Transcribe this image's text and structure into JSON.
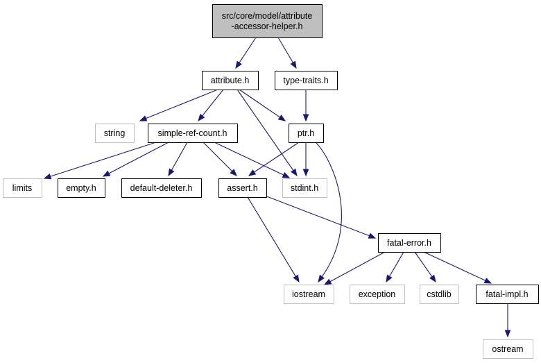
{
  "graph": {
    "nodes": [
      {
        "id": "root",
        "lines": [
          "src/core/model/attribute",
          "-accessor-helper.h"
        ],
        "kind": "root"
      },
      {
        "id": "attribute",
        "lines": [
          "attribute.h"
        ],
        "kind": "local"
      },
      {
        "id": "type-traits",
        "lines": [
          "type-traits.h"
        ],
        "kind": "local"
      },
      {
        "id": "string",
        "lines": [
          "string"
        ],
        "kind": "system"
      },
      {
        "id": "simple-ref-count",
        "lines": [
          "simple-ref-count.h"
        ],
        "kind": "local"
      },
      {
        "id": "ptr",
        "lines": [
          "ptr.h"
        ],
        "kind": "local"
      },
      {
        "id": "limits",
        "lines": [
          "limits"
        ],
        "kind": "system"
      },
      {
        "id": "empty",
        "lines": [
          "empty.h"
        ],
        "kind": "local"
      },
      {
        "id": "default-deleter",
        "lines": [
          "default-deleter.h"
        ],
        "kind": "local"
      },
      {
        "id": "assert",
        "lines": [
          "assert.h"
        ],
        "kind": "local"
      },
      {
        "id": "stdint",
        "lines": [
          "stdint.h"
        ],
        "kind": "system"
      },
      {
        "id": "fatal-error",
        "lines": [
          "fatal-error.h"
        ],
        "kind": "local"
      },
      {
        "id": "iostream",
        "lines": [
          "iostream"
        ],
        "kind": "system"
      },
      {
        "id": "exception",
        "lines": [
          "exception"
        ],
        "kind": "system"
      },
      {
        "id": "cstdlib",
        "lines": [
          "cstdlib"
        ],
        "kind": "system"
      },
      {
        "id": "fatal-impl",
        "lines": [
          "fatal-impl.h"
        ],
        "kind": "local"
      },
      {
        "id": "ostream",
        "lines": [
          "ostream"
        ],
        "kind": "system"
      }
    ],
    "edges": [
      {
        "from": "root",
        "to": "attribute"
      },
      {
        "from": "root",
        "to": "type-traits"
      },
      {
        "from": "attribute",
        "to": "string"
      },
      {
        "from": "attribute",
        "to": "simple-ref-count"
      },
      {
        "from": "attribute",
        "to": "ptr"
      },
      {
        "from": "attribute",
        "to": "stdint"
      },
      {
        "from": "type-traits",
        "to": "ptr"
      },
      {
        "from": "simple-ref-count",
        "to": "limits"
      },
      {
        "from": "simple-ref-count",
        "to": "empty"
      },
      {
        "from": "simple-ref-count",
        "to": "default-deleter"
      },
      {
        "from": "simple-ref-count",
        "to": "assert"
      },
      {
        "from": "simple-ref-count",
        "to": "stdint"
      },
      {
        "from": "ptr",
        "to": "assert"
      },
      {
        "from": "ptr",
        "to": "stdint"
      },
      {
        "from": "ptr",
        "to": "iostream"
      },
      {
        "from": "assert",
        "to": "iostream"
      },
      {
        "from": "assert",
        "to": "fatal-error"
      },
      {
        "from": "fatal-error",
        "to": "iostream"
      },
      {
        "from": "fatal-error",
        "to": "exception"
      },
      {
        "from": "fatal-error",
        "to": "cstdlib"
      },
      {
        "from": "fatal-error",
        "to": "fatal-impl"
      },
      {
        "from": "fatal-impl",
        "to": "ostream"
      }
    ]
  }
}
